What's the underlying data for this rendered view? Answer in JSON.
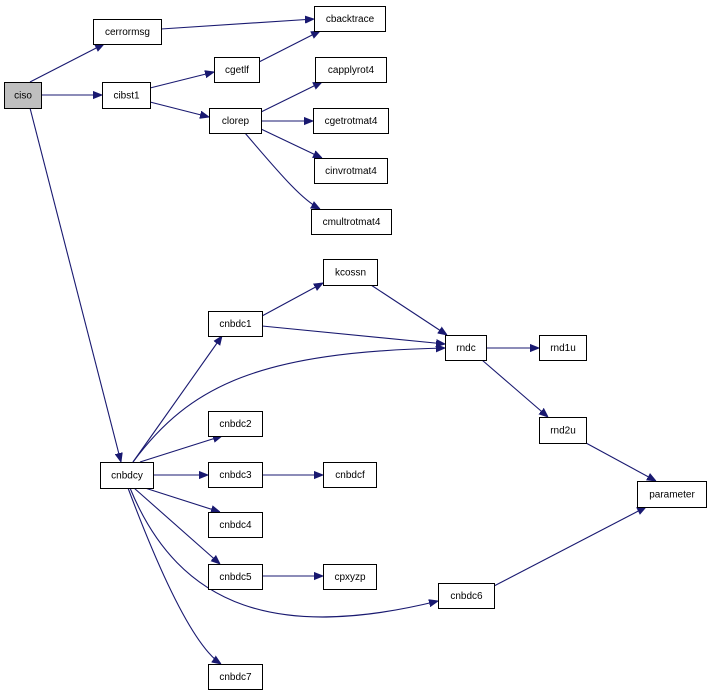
{
  "graph": {
    "edge_color": "#191970",
    "root_fill": "#bfbfbf",
    "nodes": [
      {
        "id": "ciso",
        "label": "ciso",
        "root": true
      },
      {
        "id": "cerrormsg",
        "label": "cerrormsg"
      },
      {
        "id": "cbacktrace",
        "label": "cbacktrace"
      },
      {
        "id": "cibst1",
        "label": "cibst1"
      },
      {
        "id": "cgetlf",
        "label": "cgetlf"
      },
      {
        "id": "clorep",
        "label": "clorep"
      },
      {
        "id": "capplyrot4",
        "label": "capplyrot4"
      },
      {
        "id": "cgetrotmat4",
        "label": "cgetrotmat4"
      },
      {
        "id": "cinvrotmat4",
        "label": "cinvrotmat4"
      },
      {
        "id": "cmultrotmat4",
        "label": "cmultrotmat4"
      },
      {
        "id": "kcossn",
        "label": "kcossn"
      },
      {
        "id": "cnbdc1",
        "label": "cnbdc1"
      },
      {
        "id": "rndc",
        "label": "rndc"
      },
      {
        "id": "rnd1u",
        "label": "rnd1u"
      },
      {
        "id": "rnd2u",
        "label": "rnd2u"
      },
      {
        "id": "cnbdc2",
        "label": "cnbdc2"
      },
      {
        "id": "cnbdcy",
        "label": "cnbdcy"
      },
      {
        "id": "cnbdc3",
        "label": "cnbdc3"
      },
      {
        "id": "cnbdcf",
        "label": "cnbdcf"
      },
      {
        "id": "parameter",
        "label": "parameter"
      },
      {
        "id": "cnbdc4",
        "label": "cnbdc4"
      },
      {
        "id": "cnbdc5",
        "label": "cnbdc5"
      },
      {
        "id": "cpxyzp",
        "label": "cpxyzp"
      },
      {
        "id": "cnbdc6",
        "label": "cnbdc6"
      },
      {
        "id": "cnbdc7",
        "label": "cnbdc7"
      }
    ],
    "edges": [
      {
        "from": "ciso",
        "to": "cerrormsg"
      },
      {
        "from": "ciso",
        "to": "cibst1"
      },
      {
        "from": "ciso",
        "to": "cnbdcy"
      },
      {
        "from": "cerrormsg",
        "to": "cbacktrace"
      },
      {
        "from": "cibst1",
        "to": "cgetlf"
      },
      {
        "from": "cibst1",
        "to": "clorep"
      },
      {
        "from": "cgetlf",
        "to": "cbacktrace"
      },
      {
        "from": "clorep",
        "to": "capplyrot4"
      },
      {
        "from": "clorep",
        "to": "cgetrotmat4"
      },
      {
        "from": "clorep",
        "to": "cinvrotmat4"
      },
      {
        "from": "clorep",
        "to": "cmultrotmat4"
      },
      {
        "from": "cnbdcy",
        "to": "cnbdc1"
      },
      {
        "from": "cnbdcy",
        "to": "rndc"
      },
      {
        "from": "cnbdcy",
        "to": "cnbdc2"
      },
      {
        "from": "cnbdcy",
        "to": "cnbdc3"
      },
      {
        "from": "cnbdcy",
        "to": "cnbdc4"
      },
      {
        "from": "cnbdcy",
        "to": "cnbdc5"
      },
      {
        "from": "cnbdcy",
        "to": "cnbdc6"
      },
      {
        "from": "cnbdcy",
        "to": "cnbdc7"
      },
      {
        "from": "cnbdc1",
        "to": "kcossn"
      },
      {
        "from": "cnbdc1",
        "to": "rndc"
      },
      {
        "from": "kcossn",
        "to": "rndc"
      },
      {
        "from": "rndc",
        "to": "rnd1u"
      },
      {
        "from": "rndc",
        "to": "rnd2u"
      },
      {
        "from": "rnd2u",
        "to": "parameter"
      },
      {
        "from": "cnbdc3",
        "to": "cnbdcf"
      },
      {
        "from": "cnbdc5",
        "to": "cpxyzp"
      },
      {
        "from": "cnbdc6",
        "to": "parameter"
      }
    ]
  }
}
